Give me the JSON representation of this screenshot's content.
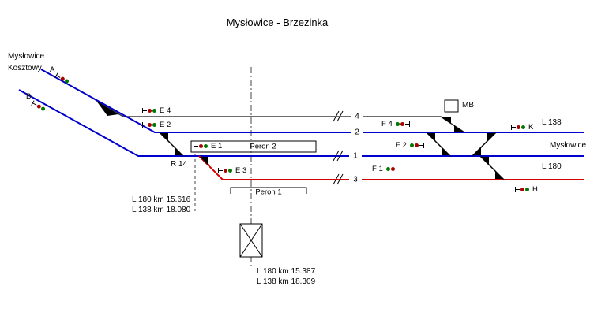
{
  "title": "Mysłowice - Brzezinka",
  "origin": {
    "line1": "Mysłowice",
    "line2": "Kosztowy"
  },
  "tracks": {
    "t4": "4",
    "t2": "2",
    "t1": "1",
    "t3": "3"
  },
  "right_labels": {
    "l138": "L 138",
    "myslowice": "Mysłowice",
    "l180": "L 180"
  },
  "labels": {
    "r14": "R 14",
    "mb": "MB",
    "peron1": "Peron 1",
    "peron2": "Peron 2"
  },
  "signals": {
    "a": "A",
    "b": "B",
    "e4": "E 4",
    "e2": "E 2",
    "e1": "E 1",
    "e3": "E 3",
    "f4": "F 4",
    "f2": "F 2",
    "f1": "F 1",
    "k": "K",
    "h": "H"
  },
  "km_marks": {
    "left_line1": "L 180 km  15.616",
    "left_line2": "L 138 km  18.080",
    "center_line1": "L 180 km  15.387",
    "center_line2": "L 138 km  18.309"
  },
  "colors": {
    "blue": "#0000cc",
    "red": "#d40000",
    "track": "#3c3c3c",
    "signal_red": "#aa0000",
    "signal_green": "#007700"
  }
}
